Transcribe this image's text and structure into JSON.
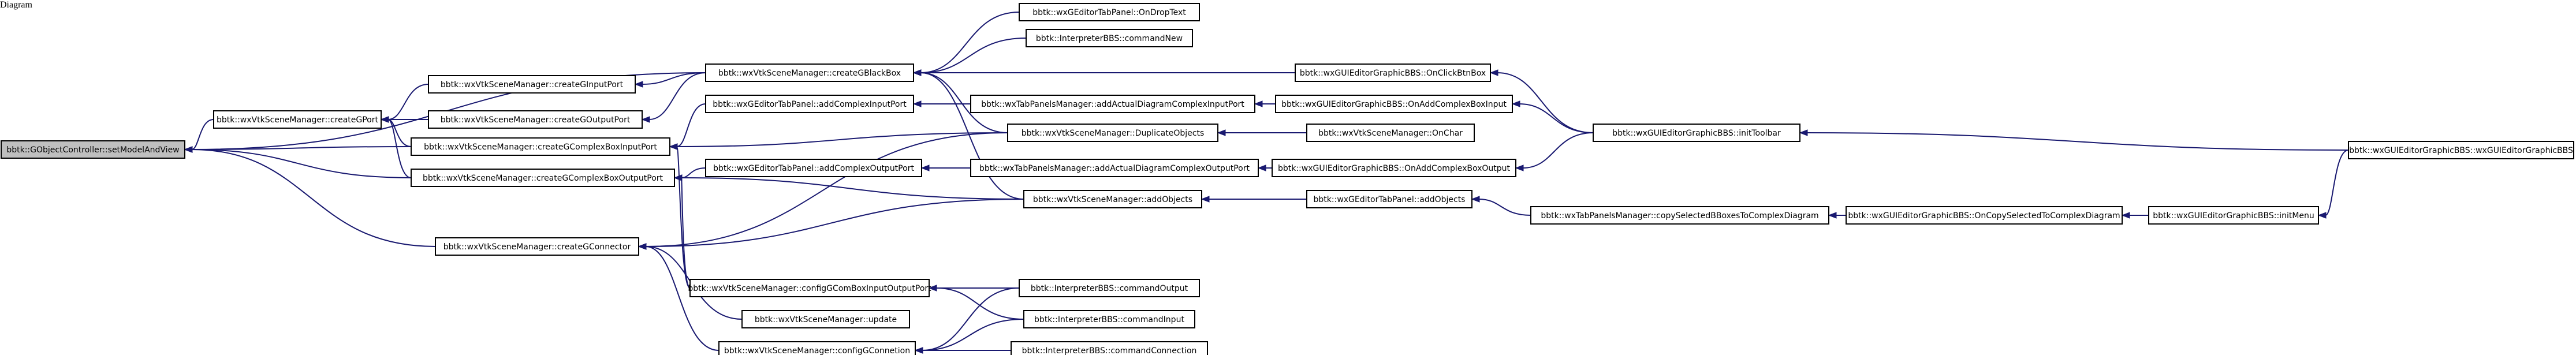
{
  "diagram": {
    "type": "call-graph",
    "nodes": [
      {
        "id": "GObjectController_setModelAndView",
        "label": "bbtk::GObjectController::setModelAndView",
        "root": true
      },
      {
        "id": "createGPort",
        "label": "bbtk::wxVtkSceneManager::createGPort"
      },
      {
        "id": "createGInputPort",
        "label": "bbtk::wxVtkSceneManager::createGInputPort"
      },
      {
        "id": "createGOutputPort",
        "label": "bbtk::wxVtkSceneManager::createGOutputPort"
      },
      {
        "id": "createGBlackBox",
        "label": "bbtk::wxVtkSceneManager::createGBlackBox"
      },
      {
        "id": "createGComplexBoxInputPort",
        "label": "bbtk::wxVtkSceneManager::createGComplexBoxInputPort"
      },
      {
        "id": "createGComplexBoxOutputPort",
        "label": "bbtk::wxVtkSceneManager::createGComplexBoxOutputPort"
      },
      {
        "id": "createGConnector",
        "label": "bbtk::wxVtkSceneManager::createGConnector"
      },
      {
        "id": "OnDropText",
        "label": "bbtk::wxGEditorTabPanel::OnDropText"
      },
      {
        "id": "commandNew",
        "label": "bbtk::InterpreterBBS::commandNew"
      },
      {
        "id": "OnClickBtnBox",
        "label": "bbtk::wxGUIEditorGraphicBBS::OnClickBtnBox"
      },
      {
        "id": "DuplicateObjects",
        "label": "bbtk::wxVtkSceneManager::DuplicateObjects"
      },
      {
        "id": "addComplexInputPort",
        "label": "bbtk::wxGEditorTabPanel::addComplexInputPort"
      },
      {
        "id": "addActualDiagramComplexInputPort",
        "label": "bbtk::wxTabPanelsManager::addActualDiagramComplexInputPort"
      },
      {
        "id": "OnAddComplexBoxInput",
        "label": "bbtk::wxGUIEditorGraphicBBS::OnAddComplexBoxInput"
      },
      {
        "id": "OnChar",
        "label": "bbtk::wxVtkSceneManager::OnChar"
      },
      {
        "id": "initToolbar",
        "label": "bbtk::wxGUIEditorGraphicBBS::initToolbar"
      },
      {
        "id": "wxGUIEditorGraphicBBS_ctor",
        "label": "bbtk::wxGUIEditorGraphicBBS::wxGUIEditorGraphicBBS"
      },
      {
        "id": "addComplexOutputPort",
        "label": "bbtk::wxGEditorTabPanel::addComplexOutputPort"
      },
      {
        "id": "addActualDiagramComplexOutputPort",
        "label": "bbtk::wxTabPanelsManager::addActualDiagramComplexOutputPort"
      },
      {
        "id": "OnAddComplexBoxOutput",
        "label": "bbtk::wxGUIEditorGraphicBBS::OnAddComplexBoxOutput"
      },
      {
        "id": "copySelectedBBoxesToComplexDiagram",
        "label": "bbtk::wxTabPanelsManager::copySelectedBBoxesToComplexDiagram"
      },
      {
        "id": "OnCopySelectedToComplexDiagram",
        "label": "bbtk::wxGUIEditorGraphicBBS::OnCopySelectedToComplexDiagram"
      },
      {
        "id": "initMenu",
        "label": "bbtk::wxGUIEditorGraphicBBS::initMenu"
      },
      {
        "id": "addObjects",
        "label": "bbtk::wxVtkSceneManager::addObjects"
      },
      {
        "id": "addObjectsTab",
        "label": "bbtk::wxGEditorTabPanel::addObjects"
      },
      {
        "id": "configGComBoxInputOutputPort",
        "label": "bbtk::wxVtkSceneManager::configGComBoxInputOutputPort"
      },
      {
        "id": "commandOutput",
        "label": "bbtk::InterpreterBBS::commandOutput"
      },
      {
        "id": "update",
        "label": "bbtk::wxVtkSceneManager::update"
      },
      {
        "id": "commandInput",
        "label": "bbtk::InterpreterBBS::commandInput"
      },
      {
        "id": "configGConnetion",
        "label": "bbtk::wxVtkSceneManager::configGConnetion"
      },
      {
        "id": "commandConnection",
        "label": "bbtk::InterpreterBBS::commandConnection"
      }
    ],
    "edges": [
      {
        "from": "createGPort",
        "to": "GObjectController_setModelAndView"
      },
      {
        "from": "createGBlackBox",
        "to": "GObjectController_setModelAndView"
      },
      {
        "from": "createGComplexBoxInputPort",
        "to": "GObjectController_setModelAndView"
      },
      {
        "from": "createGComplexBoxOutputPort",
        "to": "GObjectController_setModelAndView"
      },
      {
        "from": "createGConnector",
        "to": "GObjectController_setModelAndView"
      },
      {
        "from": "createGInputPort",
        "to": "createGPort"
      },
      {
        "from": "createGOutputPort",
        "to": "createGPort"
      },
      {
        "from": "createGComplexBoxInputPort",
        "to": "createGPort"
      },
      {
        "from": "createGComplexBoxOutputPort",
        "to": "createGPort"
      },
      {
        "from": "createGBlackBox",
        "to": "createGInputPort"
      },
      {
        "from": "createGBlackBox",
        "to": "createGOutputPort"
      },
      {
        "from": "OnDropText",
        "to": "createGBlackBox"
      },
      {
        "from": "commandNew",
        "to": "createGBlackBox"
      },
      {
        "from": "OnClickBtnBox",
        "to": "createGBlackBox"
      },
      {
        "from": "DuplicateObjects",
        "to": "createGBlackBox"
      },
      {
        "from": "addObjects",
        "to": "createGBlackBox"
      },
      {
        "from": "addComplexInputPort",
        "to": "createGComplexBoxInputPort"
      },
      {
        "from": "DuplicateObjects",
        "to": "createGComplexBoxInputPort"
      },
      {
        "from": "configGComBoxInputOutputPort",
        "to": "createGComplexBoxInputPort"
      },
      {
        "from": "addComplexOutputPort",
        "to": "createGComplexBoxOutputPort"
      },
      {
        "from": "addObjects",
        "to": "createGComplexBoxOutputPort"
      },
      {
        "from": "configGComBoxInputOutputPort",
        "to": "createGComplexBoxOutputPort"
      },
      {
        "from": "DuplicateObjects",
        "to": "createGConnector"
      },
      {
        "from": "addObjects",
        "to": "createGConnector"
      },
      {
        "from": "update",
        "to": "createGConnector"
      },
      {
        "from": "configGConnetion",
        "to": "createGConnector"
      },
      {
        "from": "addActualDiagramComplexInputPort",
        "to": "addComplexInputPort"
      },
      {
        "from": "OnAddComplexBoxInput",
        "to": "addActualDiagramComplexInputPort"
      },
      {
        "from": "addActualDiagramComplexOutputPort",
        "to": "addComplexOutputPort"
      },
      {
        "from": "OnAddComplexBoxOutput",
        "to": "addActualDiagramComplexOutputPort"
      },
      {
        "from": "OnChar",
        "to": "DuplicateObjects"
      },
      {
        "from": "initToolbar",
        "to": "OnClickBtnBox"
      },
      {
        "from": "initToolbar",
        "to": "OnAddComplexBoxInput"
      },
      {
        "from": "initToolbar",
        "to": "OnAddComplexBoxOutput"
      },
      {
        "from": "wxGUIEditorGraphicBBS_ctor",
        "to": "initToolbar"
      },
      {
        "from": "wxGUIEditorGraphicBBS_ctor",
        "to": "initMenu"
      },
      {
        "from": "initMenu",
        "to": "OnCopySelectedToComplexDiagram"
      },
      {
        "from": "OnCopySelectedToComplexDiagram",
        "to": "copySelectedBBoxesToComplexDiagram"
      },
      {
        "from": "copySelectedBBoxesToComplexDiagram",
        "to": "addObjectsTab"
      },
      {
        "from": "addObjectsTab",
        "to": "addObjects"
      },
      {
        "from": "commandOutput",
        "to": "configGComBoxInputOutputPort"
      },
      {
        "from": "commandInput",
        "to": "configGComBoxInputOutputPort"
      },
      {
        "from": "commandOutput",
        "to": "configGConnetion"
      },
      {
        "from": "commandInput",
        "to": "configGConnetion"
      },
      {
        "from": "commandConnection",
        "to": "configGConnetion"
      }
    ]
  },
  "colors": {
    "edge": "#191970",
    "root_fill": "#bfbfbf",
    "node_fill": "#ffffff",
    "node_border": "#000000"
  }
}
